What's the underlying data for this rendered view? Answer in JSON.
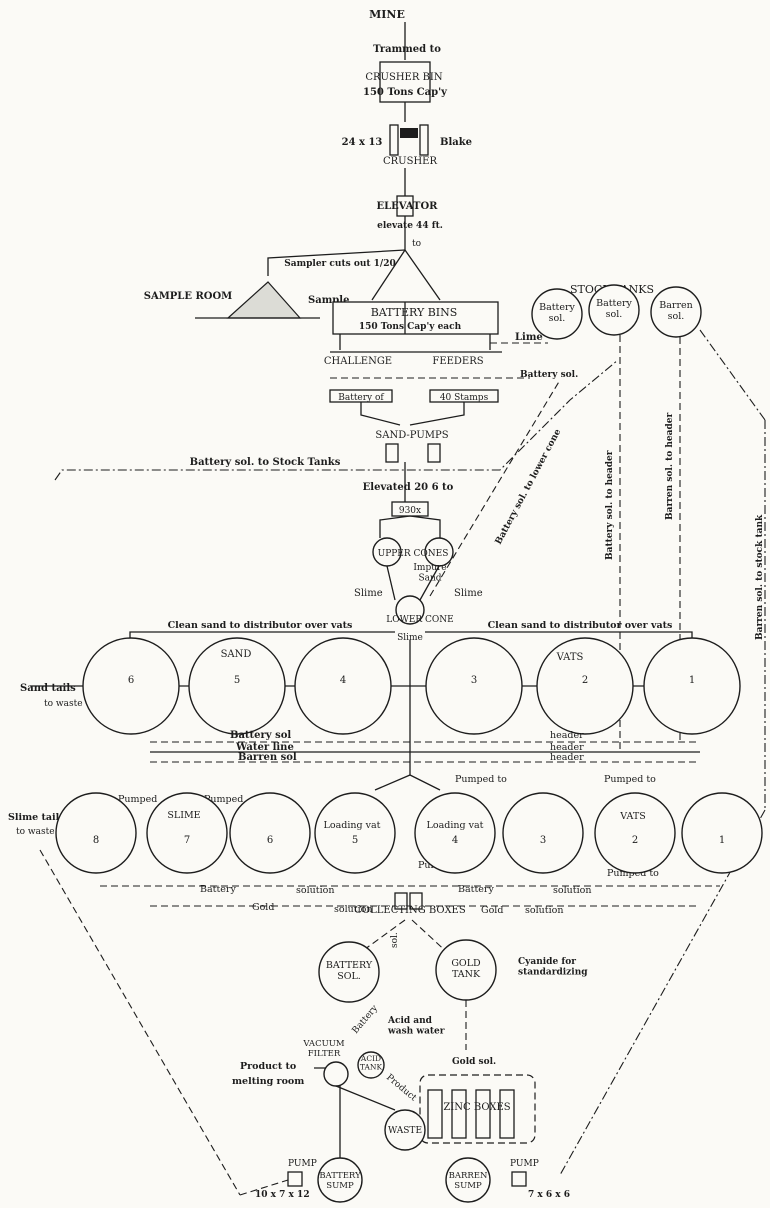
{
  "top": {
    "mine": "MINE",
    "trammed_to": "Trammed to",
    "crusher_bin": "CRUSHER BIN",
    "crusher_bin_cap": "150 Tons Cap'y",
    "crusher_size": "24 x 13",
    "blake": "Blake",
    "crusher": "CRUSHER",
    "elevator": "ELEVATOR",
    "elevate": "elevate 44 ft.",
    "to": "to",
    "sampler": "Sampler cuts out 1/20",
    "sample_room": "SAMPLE ROOM",
    "sample": "Sample",
    "battery_bins": "BATTERY BINS",
    "battery_bins_cap": "150 Tons Cap'y each",
    "lime": "Lime",
    "challenge": "CHALLENGE",
    "feeders": "FEEDERS",
    "battery_sol_1": "Battery sol.",
    "battery_of": "Battery of",
    "stamps": "40 Stamps",
    "sand_pumps": "SAND-PUMPS",
    "battery_sol_to_stock": "Battery sol. to Stock Tanks",
    "elevated": "Elevated 20 6 to",
    "box_930": "930x",
    "upper_cones": "UPPER CONES",
    "impure_sand": "Impure\nSand",
    "slime_l": "Slime",
    "slime_r": "Slime",
    "lower_cone": "LOWER CONE",
    "slime_c": "Slime",
    "clean_sand_l": "Clean sand to distributor over vats",
    "clean_sand_r": "Clean sand to distributor over vats",
    "battery_sol_lower_cone": "Battery sol. to lower cone"
  },
  "stock_tanks": {
    "title": "STOCK TANKS",
    "t1": "Battery\nsol.",
    "t2": "Battery\nsol.",
    "t3": "Barren\nsol.",
    "to_header_1": "Battery sol. to header",
    "to_header_2": "Barren sol. to header",
    "barren_to_stock": "Barren sol. to stock tank"
  },
  "sand_vats": {
    "label_sand": "SAND",
    "label_vats": "VATS",
    "numbers": [
      "6",
      "5",
      "4",
      "3",
      "2",
      "1"
    ],
    "sand_tails": "Sand tails",
    "to_waste": "to waste"
  },
  "headers": {
    "battery_sol": "Battery sol",
    "water_line": "Water line",
    "barren_sol": "Barren sol",
    "header": "header"
  },
  "slime_vats": {
    "label_slime": "SLIME",
    "label_vats": "VATS",
    "slime_tails": "Slime tails",
    "to_waste": "to waste",
    "pumped": "Pumped",
    "pumped_to": "Pumped to",
    "loading_vat": "Loading vat",
    "numbers": [
      "8",
      "7",
      "6",
      "5",
      "4",
      "3",
      "2",
      "1"
    ]
  },
  "collect": {
    "battery": "Battery",
    "solution": "solution",
    "gold": "Gold",
    "collecting_boxes": "COLLECTING BOXES"
  },
  "bottom": {
    "battery_sol_tank": "BATTERY\nSOL.",
    "gold_tank": "GOLD\nTANK",
    "cyanide": "Cyanide for\nstandardizing",
    "sol": "sol.",
    "battery": "Battery",
    "acid_wash": "Acid and\nwash water",
    "product_to": "Product to",
    "melting_room": "melting room",
    "vacuum_filter": "VACUUM\nFILTER",
    "acid_tank": "ACID\nTANK",
    "product": "Product",
    "gold_sol": "Gold sol.",
    "zinc_boxes": "ZINC BOXES",
    "waste": "WASTE",
    "pump_l": "PUMP",
    "pump_l_size": "10 x 7 x 12",
    "battery_sump": "BATTERY\nSUMP",
    "barren_sump": "BARREN\nSUMP",
    "pump_r": "PUMP",
    "pump_r_size": "7 x 6 x 6"
  }
}
